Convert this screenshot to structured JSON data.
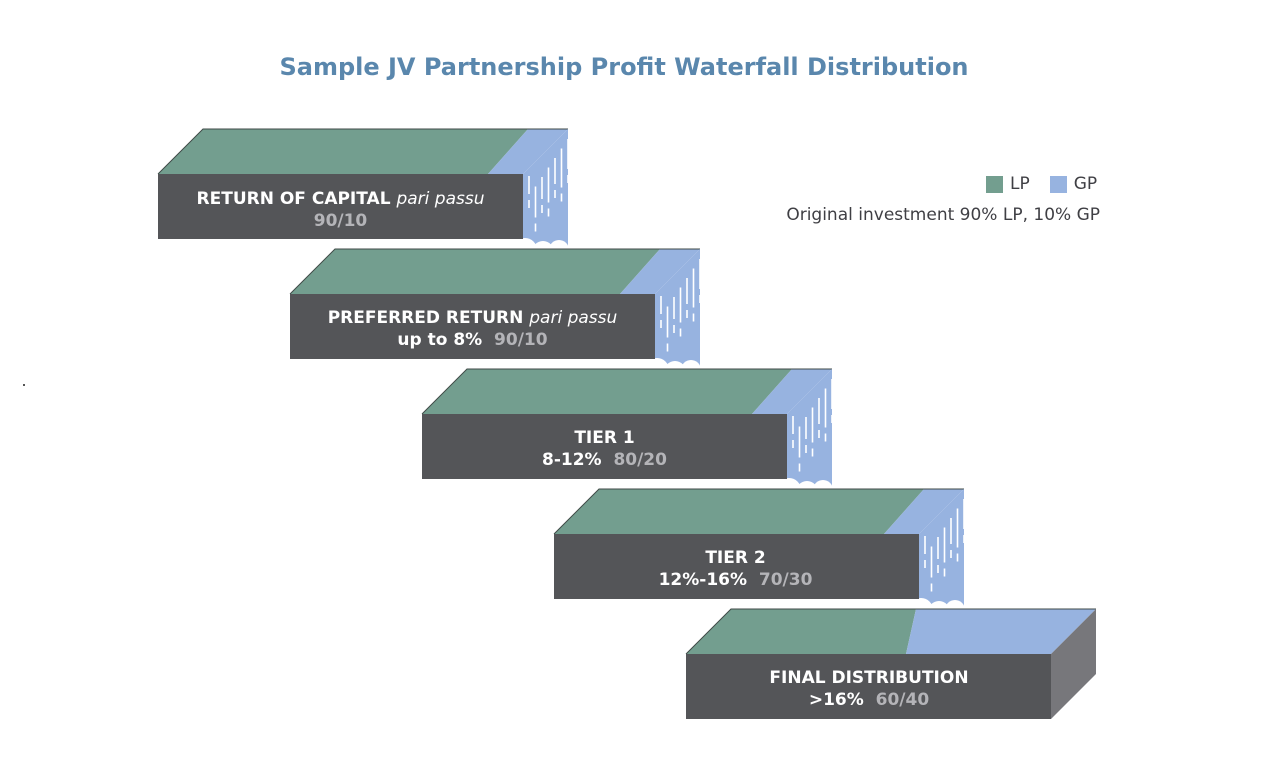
{
  "title": "Sample JV Partnership Profit Waterfall Distribution",
  "legend": {
    "items": [
      {
        "label": "LP",
        "color": "#739e8f"
      },
      {
        "label": "GP",
        "color": "#97b3e0"
      }
    ],
    "note": "Original investment 90% LP, 10% GP"
  },
  "colors": {
    "lp": "#739e8f",
    "gp": "#97b3e0",
    "front": "#545558",
    "side": "#77777b",
    "split_text": "#b4b4b8"
  },
  "steps": [
    {
      "title": "RETURN OF CAPITAL",
      "title_italic": "pari passu",
      "hurdle": "",
      "split": "90/10"
    },
    {
      "title": "PREFERRED RETURN",
      "title_italic": "pari passu",
      "hurdle": "up to 8%",
      "split": "90/10"
    },
    {
      "title": "TIER 1",
      "title_italic": "",
      "hurdle": "8-12%",
      "split": "80/20"
    },
    {
      "title": "TIER 2",
      "title_italic": "",
      "hurdle": "12%-16%",
      "split": "70/30"
    },
    {
      "title": "FINAL DISTRIBUTION",
      "title_italic": "",
      "hurdle": ">16%",
      "split": "60/40"
    }
  ]
}
